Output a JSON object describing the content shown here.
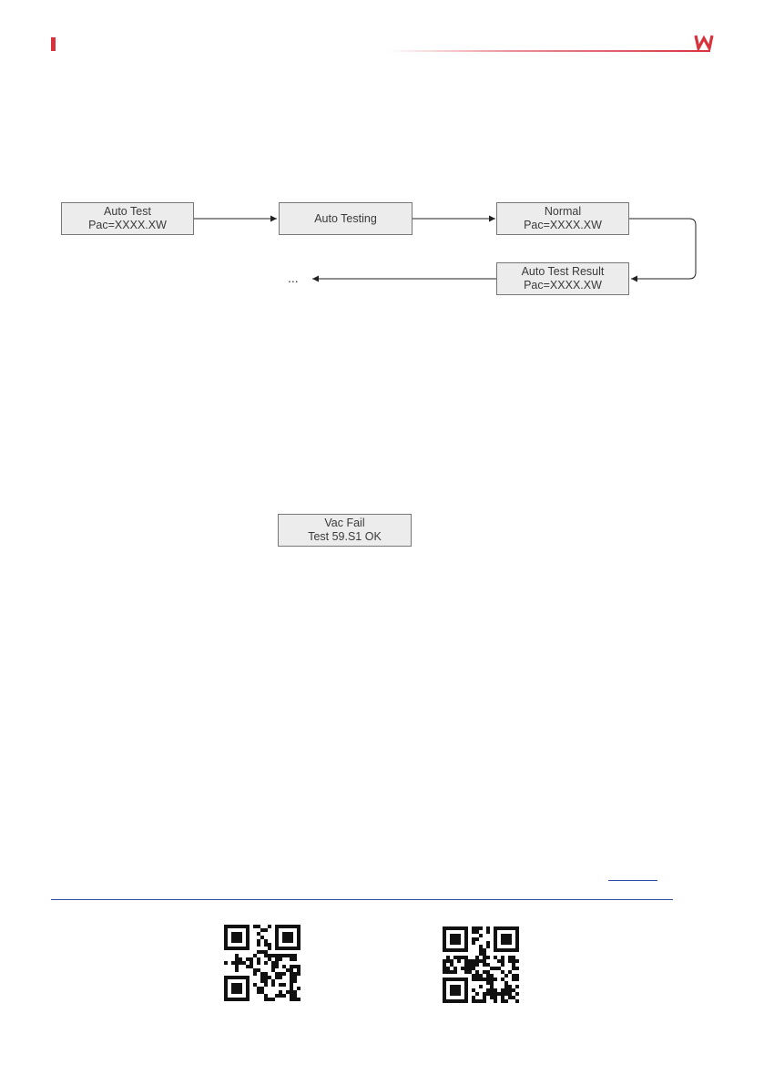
{
  "flow": {
    "auto_test": {
      "line1": "Auto Test",
      "line2": "Pac=XXXX.XW"
    },
    "auto_testing": {
      "line1": "Auto Testing"
    },
    "normal": {
      "line1": "Normal",
      "line2": "Pac=XXXX.XW"
    },
    "auto_test_result": {
      "line1": "Auto Test Result",
      "line2": "Pac=XXXX.XW"
    },
    "continuation": "..."
  },
  "result_display": {
    "line1": "Vac Fail",
    "line2": "Test 59.S1 OK"
  },
  "colors": {
    "brand_red": "#d8323c",
    "footer_blue": "#2f4f9e",
    "box_fill": "#ececec"
  },
  "icons": {
    "logo": "brand-logo-icon",
    "qr_left": "qr-code-icon",
    "qr_right": "qr-code-icon"
  }
}
